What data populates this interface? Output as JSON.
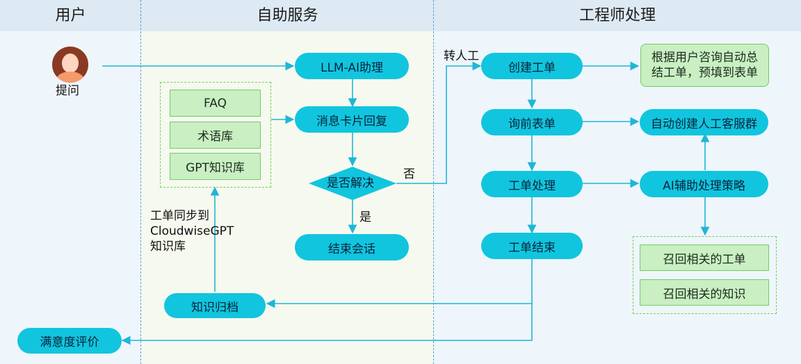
{
  "lanes": {
    "user": "用户",
    "self_service": "自助服务",
    "engineer": "工程师处理"
  },
  "user": {
    "ask_label": "提问"
  },
  "nodes": {
    "llm_assistant": "LLM-AI助理",
    "message_card_reply": "消息卡片回复",
    "resolved_decision": "是否解决",
    "end_session": "结束会话",
    "knowledge_archive": "知识归档",
    "satisfaction_rating": "满意度评价",
    "create_ticket": "创建工单",
    "pre_inquiry_form": "询前表单",
    "ticket_processing": "工单处理",
    "ticket_closed": "工单结束",
    "auto_summary": "根据用户咨询自动总\n结工单，预填到表单",
    "auto_create_group": "自动创建人工客服群",
    "ai_strategy": "AI辅助处理策略",
    "recall_tickets": "召回相关的工单",
    "recall_knowledge": "召回相关的知识"
  },
  "knowledge_sources": [
    "FAQ",
    "术语库",
    "GPT知识库"
  ],
  "edge_labels": {
    "no": "否",
    "yes": "是",
    "to_human": "转人工",
    "sync_note": "工单同步到\nCloudwiseGPT\n知识库"
  },
  "colors": {
    "lane_header": "#dde9f3",
    "process_node": "#11c5df",
    "knowledge_box": "#c9efc3",
    "knowledge_border": "#73cc63",
    "connector": "#1fb6d6",
    "separator": "#5a9fd4"
  }
}
